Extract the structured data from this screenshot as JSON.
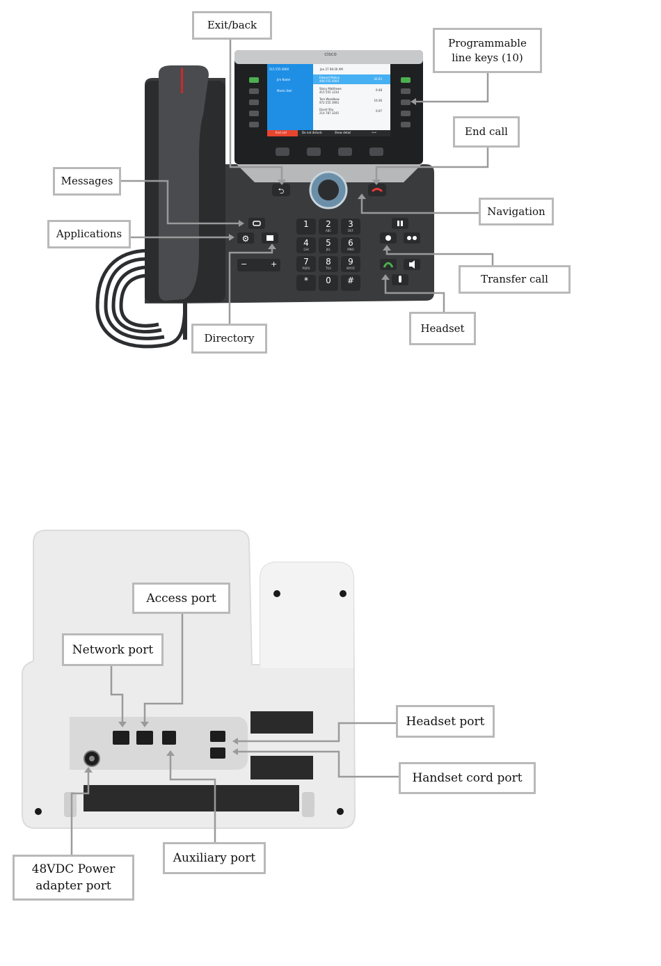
{
  "colors": {
    "callout_border": "#b9b9b9",
    "leader": "#9a9a9a",
    "phone_body": "#3a3b3d",
    "screen_blue": "#1f8fe6",
    "screen_red": "#e8452f",
    "back_shell": "#ececec"
  },
  "front_callouts": {
    "exit_back": "Exit/back",
    "programmable_line_keys": "Programmable\nline keys (10)",
    "end_call": "End call",
    "messages": "Messages",
    "applications": "Applications",
    "navigation": "Navigation",
    "transfer_call": "Transfer call",
    "headset": "Headset",
    "directory": "Directory"
  },
  "back_callouts": {
    "access_port": "Access port",
    "network_port": "Network port",
    "headset_port": "Headset port",
    "handset_cord_port": "Handset cord port",
    "auxiliary_port": "Auxiliary port",
    "power_adapter_port": "48VDC Power\nadapter port"
  },
  "screen": {
    "line_number": "515 555 0000",
    "date_time": "Jan 27  08:30 AM",
    "brand": "cisco",
    "left_lines": [
      "Jim Nadel",
      "Martin Bell"
    ],
    "calls": [
      {
        "name": "Edward Mailey",
        "number": "408 555 0004",
        "time": "42:03"
      },
      {
        "name": "Stacy Matthews",
        "number": "415 555 1234",
        "time": "0:48"
      },
      {
        "name": "Tom Woodbow",
        "number": "972 555 3993",
        "time": "10:36"
      },
      {
        "name": "David Shu",
        "number": "214 787 3245",
        "time": "0:07"
      }
    ],
    "softkeys": [
      "End call",
      "Do not disturb",
      "Show detail",
      "•••"
    ]
  },
  "keypad": {
    "digits": [
      "1",
      "2",
      "3",
      "4",
      "5",
      "6",
      "7",
      "8",
      "9",
      "*",
      "0",
      "#"
    ],
    "letters": [
      "",
      "ABC",
      "DEF",
      "GHI",
      "JKL",
      "MNO",
      "PQRS",
      "TUV",
      "WXYZ",
      "",
      "",
      ""
    ],
    "volume": [
      "−",
      "+"
    ]
  }
}
